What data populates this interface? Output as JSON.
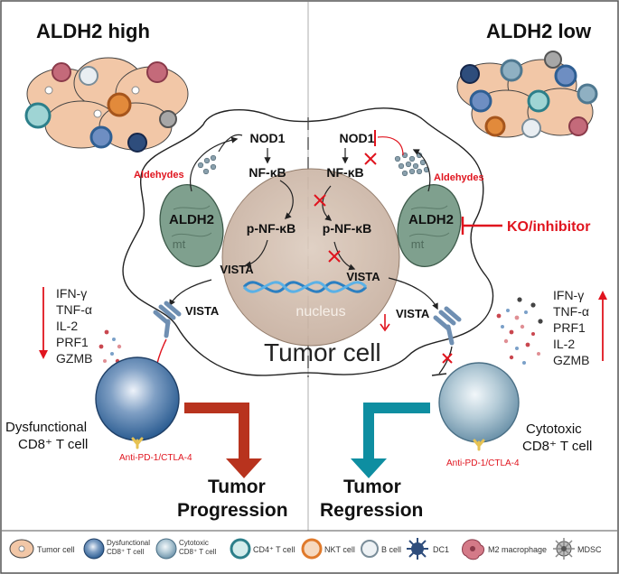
{
  "panels": {
    "left_title": "ALDH2 high",
    "right_title": "ALDH2 low"
  },
  "pathway": {
    "nod1": "NOD1",
    "nfkb": "NF-κB",
    "p_nfkb": "p-NF-κB",
    "vista": "VISTA",
    "aldh2": "ALDH2",
    "mt": "mt",
    "aldehydes": "Aldehydes",
    "nucleus": "nucleus",
    "tumor_cell": "Tumor cell",
    "ko_inhibitor": "KO/inhibitor"
  },
  "cytokines": {
    "left": [
      "IFN-γ",
      "TNF-α",
      "IL-2",
      "PRF1",
      "GZMB"
    ],
    "right": [
      "IFN-γ",
      "TNF-α",
      "PRF1",
      "IL-2",
      "GZMB"
    ]
  },
  "tcells": {
    "left_line1": "Dysfunctional",
    "left_line2": "CD8⁺ T cell",
    "right_line1": "Cytotoxic",
    "right_line2": "CD8⁺ T cell",
    "antibody": "Anti-PD-1/CTLA-4"
  },
  "outcomes": {
    "left_line1": "Tumor",
    "left_line2": "Progression",
    "right_line1": "Tumor",
    "right_line2": "Regression"
  },
  "legend": [
    {
      "label": "Tumor cell",
      "icon": "tumor-cell-icon"
    },
    {
      "label": "Dysfunctional",
      "label2": "CD8⁺ T cell",
      "icon": "dysfunctional-cd8-icon"
    },
    {
      "label": "Cytotoxic",
      "label2": "CD8⁺ T cell",
      "icon": "cytotoxic-cd8-icon"
    },
    {
      "label": "CD4⁺ T cell",
      "icon": "cd4-t-cell-icon"
    },
    {
      "label": "NKT cell",
      "icon": "nkt-cell-icon"
    },
    {
      "label": "B cell",
      "icon": "b-cell-icon"
    },
    {
      "label": "DC1",
      "icon": "dc1-icon"
    },
    {
      "label": "M2 macrophage",
      "icon": "m2-macrophage-icon"
    },
    {
      "label": "MDSC",
      "icon": "mdsc-icon"
    }
  ],
  "colors": {
    "left_cell": "#d9b39f",
    "right_cell": "#f1b98e",
    "inhibit_red": "#e0141e",
    "progression_arrow": "#b8331e",
    "regression_arrow": "#0e8ea1",
    "mito": "#7fa08e",
    "dysfunctional": "#2f5f93",
    "cytotoxic": "#8fb0c2"
  }
}
